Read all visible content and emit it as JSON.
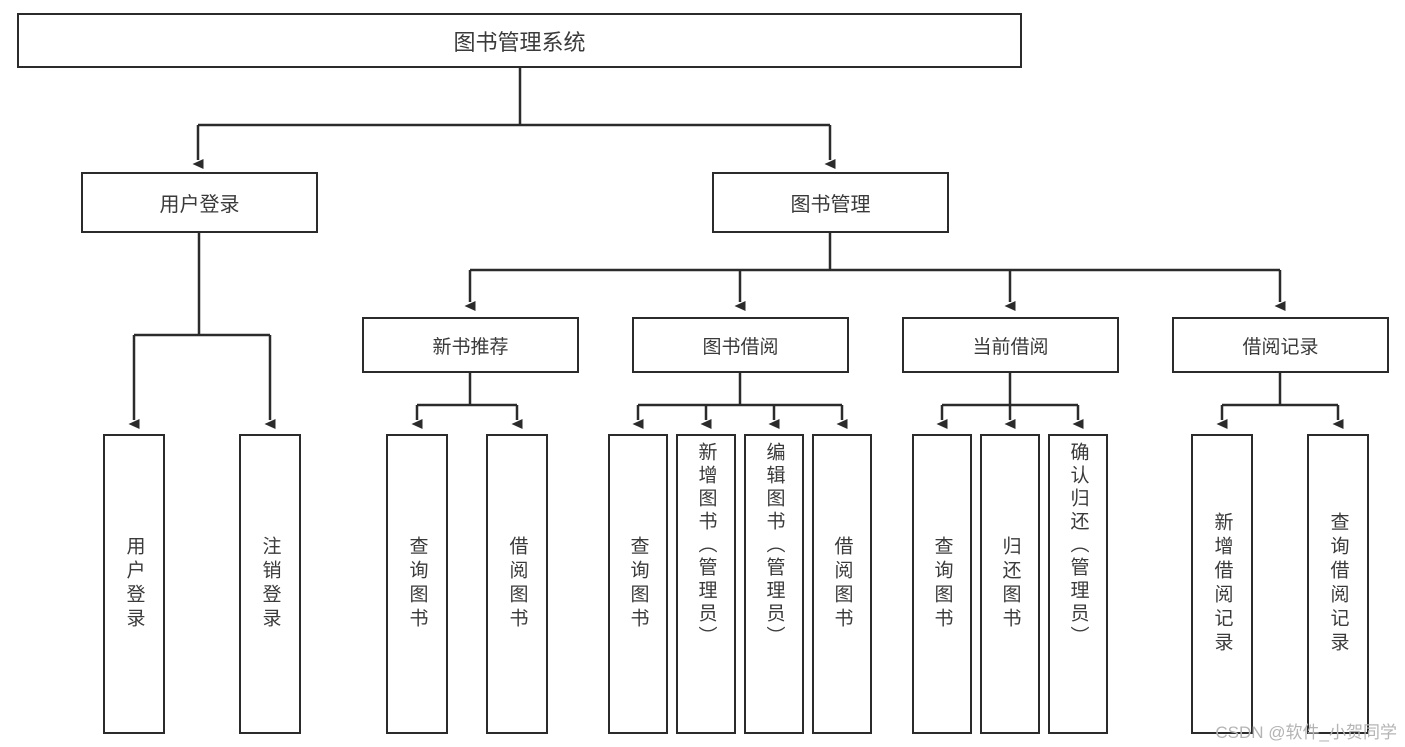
{
  "diagram": {
    "type": "tree",
    "title": "图书管理系统",
    "orientation": "top-down",
    "colors": {
      "box_border": "#2b2b2b",
      "box_fill": "#ffffff",
      "edge": "#2b2b2b",
      "text": "#3a3a3a",
      "watermark": "#b4b4b4"
    }
  },
  "root": {
    "label": "图书管理系统"
  },
  "level2": [
    {
      "label": "用户登录"
    },
    {
      "label": "图书管理"
    }
  ],
  "level3": [
    {
      "label": "新书推荐"
    },
    {
      "label": "图书借阅"
    },
    {
      "label": "当前借阅"
    },
    {
      "label": "借阅记录"
    }
  ],
  "leaves": {
    "user_login": [
      {
        "label": "用户登录"
      },
      {
        "label": "注销登录"
      }
    ],
    "new_book_recommend": [
      {
        "label": "查询图书"
      },
      {
        "label": "借阅图书"
      }
    ],
    "book_borrow": [
      {
        "label": "查询图书"
      },
      {
        "label": "新增图书（管理员）"
      },
      {
        "label": "编辑图书（管理员）"
      },
      {
        "label": "借阅图书"
      }
    ],
    "current_borrow": [
      {
        "label": "查询图书"
      },
      {
        "label": "归还图书"
      },
      {
        "label": "确认归还（管理员）"
      }
    ],
    "borrow_record": [
      {
        "label": "新增借阅记录"
      },
      {
        "label": "查询借阅记录"
      }
    ]
  },
  "watermark": {
    "text": "CSDN @软件_小贺同学"
  }
}
